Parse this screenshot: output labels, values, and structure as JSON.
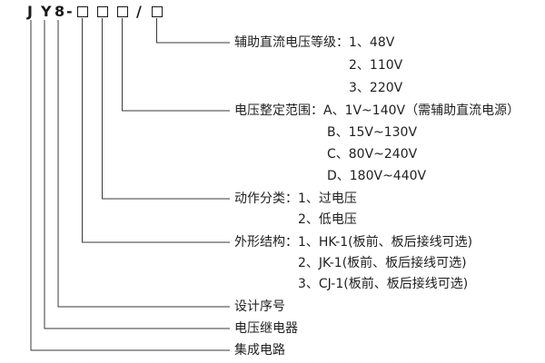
{
  "model": {
    "letters": [
      "J",
      "Y",
      "8"
    ],
    "dash": "-",
    "slash": "/"
  },
  "groups": [
    {
      "name": "aux-dc-voltage-level",
      "lines": [
        "辅助直流电压等级：1、48V",
        "2、110V",
        "3、220V"
      ]
    },
    {
      "name": "voltage-setting-range",
      "lines": [
        "电压整定范围：A、1V~140V（需辅助直流电源）",
        "B、15V~130V",
        "C、80V~240V",
        "D、180V~440V"
      ]
    },
    {
      "name": "action-category",
      "lines": [
        "动作分类：1、过电压",
        "2、低电压"
      ]
    },
    {
      "name": "structure-type",
      "lines": [
        "外形结构：1、HK-1(板前、板后接线可选)",
        "2、JK-1(板前、板后接线可选)",
        "3、CJ-1(板前、板后接线可选)"
      ]
    },
    {
      "name": "design-serial",
      "lines": [
        "设计序号"
      ]
    },
    {
      "name": "voltage-relay",
      "lines": [
        "电压继电器"
      ]
    },
    {
      "name": "integrated-circuit",
      "lines": [
        "集成电路"
      ]
    }
  ]
}
